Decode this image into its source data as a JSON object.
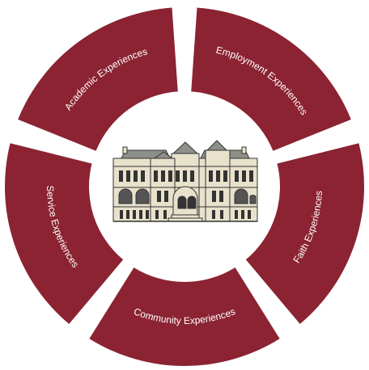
{
  "diagram": {
    "segments": [
      {
        "label": "Academic Experiences"
      },
      {
        "label": "Employment Experiences"
      },
      {
        "label": "Faith Experiences"
      },
      {
        "label": "Community Experiences"
      },
      {
        "label": "Service Experiences"
      }
    ],
    "center_icon": "campus-building-icon",
    "colors": {
      "segment": "#8b2332",
      "building_wall": "#e8e2cc",
      "building_roof": "#8f8f8a",
      "outline": "#333333"
    }
  }
}
